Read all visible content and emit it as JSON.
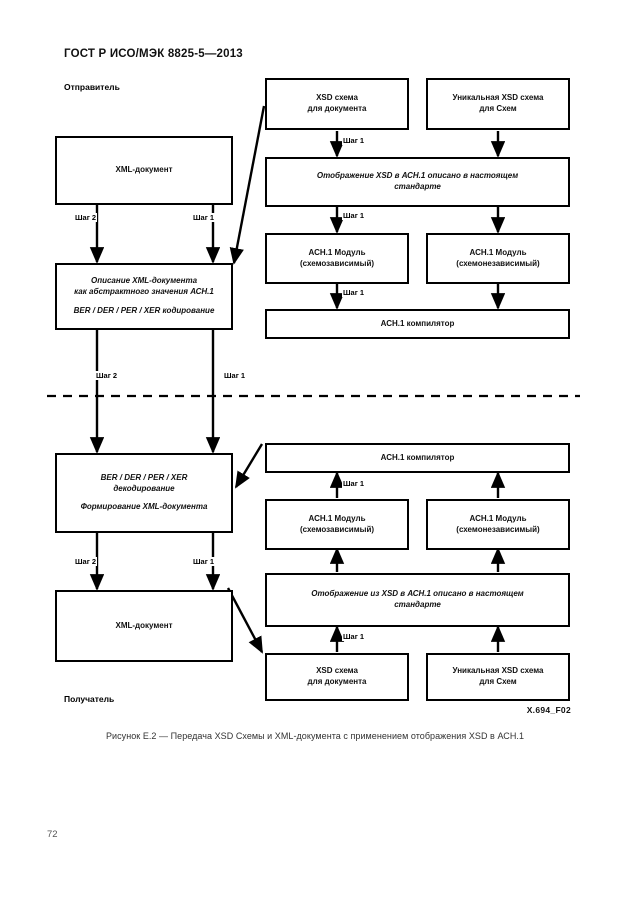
{
  "document": {
    "header": "ГОСТ Р ИСО/МЭК 8825-5—2013",
    "page_number": "72"
  },
  "figure": {
    "code": "X.694_F02",
    "caption": "Рисунок Е.2 — Передача XSD Схемы и XML-документа с применением отображения XSD в АСН.1",
    "roles": {
      "sender": "Отправитель",
      "receiver": "Получатель"
    },
    "steps": {
      "step1": "Шаг 1",
      "step2": "Шаг 2"
    },
    "boxes": {
      "xsd_schema_doc_top": {
        "line1": "XSD схема",
        "line2": "для документа"
      },
      "xsd_schema_unique_top": {
        "line1": "Уникальная XSD схема",
        "line2": "для Схем"
      },
      "mapping_top": {
        "line1": "Отображение XSD в АСН.1 описано в настоящем",
        "line2": "стандарте"
      },
      "asn_module_dep_top": {
        "line1": "АСН.1 Модуль",
        "line2": "(схемозависимый)"
      },
      "asn_module_indep_top": {
        "line1": "АСН.1 Модуль",
        "line2": "(схемонезависимый)"
      },
      "asn_compiler_top": {
        "line1": "АСН.1 компилятор"
      },
      "xml_doc_top": {
        "line1": "XML-документ"
      },
      "encode_box": {
        "line1": "Описание XML-документа",
        "line2": "как абстрактного значения АСН.1",
        "line3": "BER / DER / PER / XER кодирование"
      },
      "decode_box": {
        "line1": "BER / DER / PER / XER",
        "line2": "декодирование",
        "line3": "Формирование XML-документа"
      },
      "asn_compiler_bottom": {
        "line1": "АСН.1 компилятор"
      },
      "asn_module_dep_bottom": {
        "line1": "АСН.1 Модуль",
        "line2": "(схемозависимый)"
      },
      "asn_module_indep_bottom": {
        "line1": "АСН.1 Модуль",
        "line2": "(схемонезависимый)"
      },
      "mapping_bottom": {
        "line1": "Отображение из XSD в АСН.1 описано в настоящем",
        "line2": "стандарте"
      },
      "xsd_schema_doc_bottom": {
        "line1": "XSD схема",
        "line2": "для документа"
      },
      "xsd_schema_unique_bottom": {
        "line1": "Уникальная XSD схема",
        "line2": "для Схем"
      },
      "xml_doc_bottom": {
        "line1": "XML-документ"
      }
    },
    "step_labels": {
      "top_left_step2": "Шаг 2",
      "top_left_step1": "Шаг 1",
      "top_mid_step1": "Шаг 1",
      "top_mid2_step1": "Шаг 1",
      "top_mid3_step1": "Шаг 1",
      "mid_left_step2": "Шаг 2",
      "mid_left_step1": "Шаг 1",
      "bot_mid_step1": "Шаг 1",
      "bot_mid2_step1": "Шаг 1",
      "bot_left_step2": "Шаг 2",
      "bot_left_step1": "Шаг 1"
    }
  }
}
